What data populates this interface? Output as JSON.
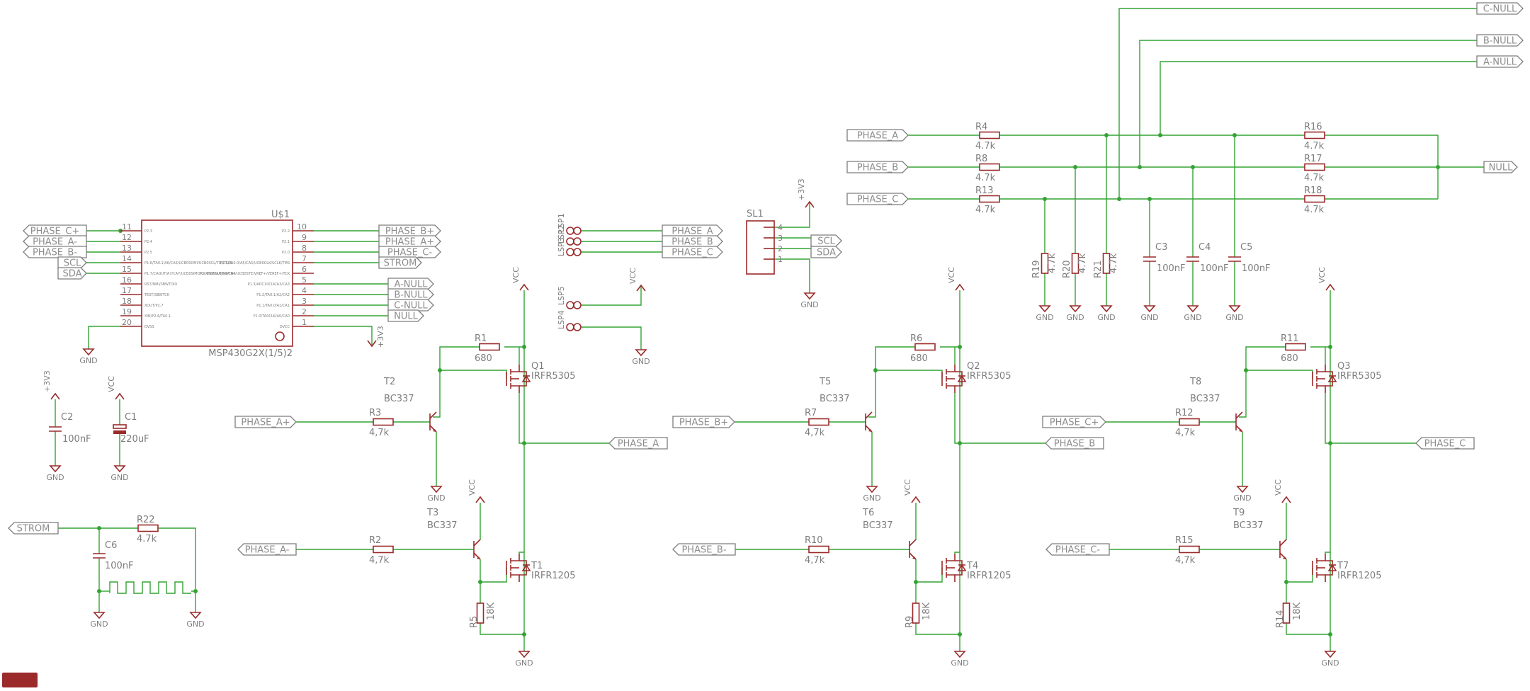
{
  "colors": {
    "wire": "#34a334",
    "part": "#9b2a2a",
    "label": "#7d7d7d",
    "text": "#7d7d7d"
  },
  "mcu": {
    "name": "U$1",
    "value": "MSP430G2X(1/5)2",
    "left_pins": [
      {
        "num": "11",
        "net": "PHASE_C+",
        "fn": "P2.3"
      },
      {
        "num": "12",
        "net": "PHASE_A-",
        "fn": "P2.4"
      },
      {
        "num": "13",
        "net": "PHASE_B-",
        "fn": "P2.5"
      },
      {
        "num": "14",
        "net": "SCL",
        "fn": "P1.6/TA0.1/A6/CA6/UCB0SOMI/UCB0SCL/TDI/TCLK"
      },
      {
        "num": "15",
        "net": "SDA",
        "fn": "P1.7/CAOUT/A7/CA7/UCB0SIMO/UCB0SDA/TDO/TDI"
      },
      {
        "num": "16",
        "net": "",
        "fn": "RST/NMI/SBWTDIO"
      },
      {
        "num": "17",
        "net": "",
        "fn": "TEST/SBWTCK"
      },
      {
        "num": "18",
        "net": "",
        "fn": "XOUT/P2.7"
      },
      {
        "num": "19",
        "net": "",
        "fn": "XIN/P2.6/TA0.1"
      },
      {
        "num": "20",
        "net": "",
        "fn": "DVSS"
      }
    ],
    "right_pins": [
      {
        "num": "10",
        "net": "PHASE_B+",
        "fn": "P2.2"
      },
      {
        "num": "9",
        "net": "PHASE_A+",
        "fn": "P2.1"
      },
      {
        "num": "8",
        "net": "PHASE_C-",
        "fn": "P2.0"
      },
      {
        "num": "7",
        "net": "STROM",
        "fn": "P1.5/TA0.0/A5/CA5/UCB0CLK/SCLK/TMS"
      },
      {
        "num": "6",
        "net": "",
        "fn": "P1.4/SMCLK/A4/CA4/UCB0STE/VREF+/VEREF+/TCK"
      },
      {
        "num": "5",
        "net": "A-NULL",
        "fn": "P1.3/ADC10CLK/A3/CA3"
      },
      {
        "num": "4",
        "net": "B-NULL",
        "fn": "P1.2/TA0.1/A2/CA2"
      },
      {
        "num": "3",
        "net": "C-NULL",
        "fn": "P1.1/TA0.0/A1/CA1"
      },
      {
        "num": "2",
        "net": "NULL",
        "fn": "P1.0/TA0CLK/A0/CA0"
      },
      {
        "num": "1",
        "net": "",
        "fn": "DVCC"
      }
    ],
    "gnd": "GND",
    "supply": "+3V3"
  },
  "power": {
    "gnd": "GND",
    "vcc": "VCC",
    "v33": "+3V3",
    "c2": {
      "name": "C2",
      "value": "100nF"
    },
    "c1": {
      "name": "C1",
      "value": "220uF"
    }
  },
  "strom": {
    "net": "STROM",
    "r22": {
      "name": "R22",
      "value": "4.7k"
    },
    "c6": {
      "name": "C6",
      "value": "100nF"
    }
  },
  "connector_lsp": {
    "top_names": [
      "LSP1",
      "LSP2",
      "LSP3"
    ],
    "nets": [
      "PHASE_A",
      "PHASE_B",
      "PHASE_C"
    ],
    "pwr_names": [
      "LSP4",
      "LSP5"
    ]
  },
  "connector_sl1": {
    "name": "SL1",
    "pins": [
      "4",
      "3",
      "2",
      "1"
    ],
    "nets": [
      "SCL",
      "SDA"
    ]
  },
  "bridges": [
    {
      "hi_in": "PHASE_A+",
      "lo_in": "PHASE_A-",
      "out": "PHASE_A",
      "r_pull": {
        "name": "R1",
        "value": "680"
      },
      "q_hi": {
        "name": "Q1",
        "value": "IRFR5305"
      },
      "t_hi": {
        "name": "T2",
        "value": "BC337"
      },
      "r_hi": {
        "name": "R3",
        "value": "4,7k"
      },
      "t_lo": {
        "name": "T3",
        "value": "BC337"
      },
      "r_lo": {
        "name": "R2",
        "value": "4,7k"
      },
      "q_lo": {
        "name": "T1",
        "value": "IRFR1205"
      },
      "r_gate": {
        "name": "R5",
        "value": "18K"
      }
    },
    {
      "hi_in": "PHASE_B+",
      "lo_in": "PHASE_B-",
      "out": "PHASE_B",
      "r_pull": {
        "name": "R6",
        "value": "680"
      },
      "q_hi": {
        "name": "Q2",
        "value": "IRFR5305"
      },
      "t_hi": {
        "name": "T5",
        "value": "BC337"
      },
      "r_hi": {
        "name": "R7",
        "value": "4,7k"
      },
      "t_lo": {
        "name": "T6",
        "value": "BC337"
      },
      "r_lo": {
        "name": "R10",
        "value": "4,7k"
      },
      "q_lo": {
        "name": "T4",
        "value": "IRFR1205"
      },
      "r_gate": {
        "name": "R9",
        "value": "18K"
      }
    },
    {
      "hi_in": "PHASE_C+",
      "lo_in": "PHASE_C-",
      "out": "PHASE_C",
      "r_pull": {
        "name": "R11",
        "value": "680"
      },
      "q_hi": {
        "name": "Q3",
        "value": "IRFR5305"
      },
      "t_hi": {
        "name": "T8",
        "value": "BC337"
      },
      "r_hi": {
        "name": "R12",
        "value": "4,7k"
      },
      "t_lo": {
        "name": "T9",
        "value": "BC337"
      },
      "r_lo": {
        "name": "R15",
        "value": "4,7k"
      },
      "q_lo": {
        "name": "T7",
        "value": "IRFR1205"
      },
      "r_gate": {
        "name": "R14",
        "value": "18K"
      }
    }
  ],
  "bemf": {
    "in_nets": [
      "PHASE_A",
      "PHASE_B",
      "PHASE_C"
    ],
    "out_nets": [
      "C-NULL",
      "B-NULL",
      "A-NULL"
    ],
    "null_net": "NULL",
    "series": [
      {
        "name": "R4",
        "value": "4.7k"
      },
      {
        "name": "R8",
        "value": "4.7k"
      },
      {
        "name": "R13",
        "value": "4.7k"
      }
    ],
    "star": [
      {
        "name": "R16",
        "value": "4.7k"
      },
      {
        "name": "R17",
        "value": "4.7k"
      },
      {
        "name": "R18",
        "value": "4.7k"
      }
    ],
    "down": [
      {
        "name": "R19",
        "value": "4.7k"
      },
      {
        "name": "R20",
        "value": "4.7k"
      },
      {
        "name": "R21",
        "value": "4.7k"
      }
    ],
    "caps": [
      {
        "name": "C3",
        "value": "100nF"
      },
      {
        "name": "C4",
        "value": "100nF"
      },
      {
        "name": "C5",
        "value": "100nF"
      }
    ],
    "gnd": "GND"
  }
}
